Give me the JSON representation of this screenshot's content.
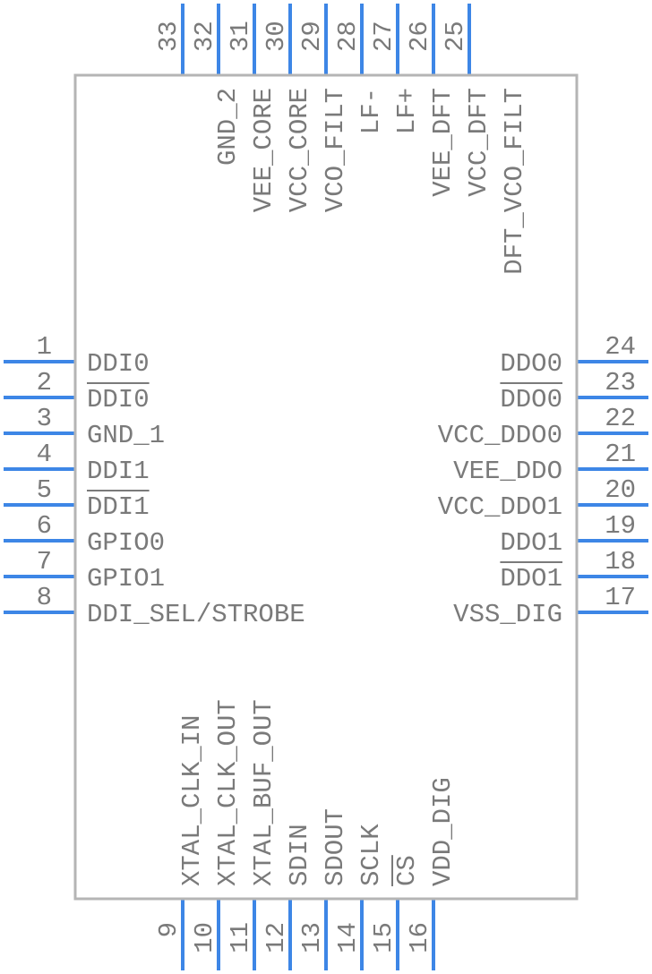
{
  "component": {
    "left_pins": [
      {
        "num": "1",
        "label": "DDI0",
        "overbar": false
      },
      {
        "num": "2",
        "label": "DDI0",
        "overbar": true
      },
      {
        "num": "3",
        "label": "GND_1",
        "overbar": false
      },
      {
        "num": "4",
        "label": "DDI1",
        "overbar": false
      },
      {
        "num": "5",
        "label": "DDI1",
        "overbar": true
      },
      {
        "num": "6",
        "label": "GPIO0",
        "overbar": false
      },
      {
        "num": "7",
        "label": "GPIO1",
        "overbar": false
      },
      {
        "num": "8",
        "label": "DDI_SEL/STROBE",
        "overbar": false
      }
    ],
    "right_pins": [
      {
        "num": "24",
        "label": "DDO0",
        "overbar": false
      },
      {
        "num": "23",
        "label": "DDO0",
        "overbar": true
      },
      {
        "num": "22",
        "label": "VCC_DDO0",
        "overbar": false
      },
      {
        "num": "21",
        "label": "VEE_DDO",
        "overbar": false
      },
      {
        "num": "20",
        "label": "VCC_DDO1",
        "overbar": false
      },
      {
        "num": "19",
        "label": "DDO1",
        "overbar": false
      },
      {
        "num": "18",
        "label": "DDO1",
        "overbar": true
      },
      {
        "num": "17",
        "label": "VSS_DIG",
        "overbar": false
      }
    ],
    "top_pins": [
      {
        "num": "33",
        "label": "",
        "overbar": false
      },
      {
        "num": "32",
        "label": "GND_2",
        "overbar": false
      },
      {
        "num": "31",
        "label": "VEE_CORE",
        "overbar": false
      },
      {
        "num": "30",
        "label": "VCC_CORE",
        "overbar": false
      },
      {
        "num": "29",
        "label": "VCO_FILT",
        "overbar": false
      },
      {
        "num": "28",
        "label": "LF-",
        "overbar": false
      },
      {
        "num": "27",
        "label": "LF+",
        "overbar": false
      },
      {
        "num": "26",
        "label": "VEE_DFT",
        "overbar": false
      },
      {
        "num": "25",
        "label": "VCC_DFT",
        "overbar": false
      },
      {
        "num": "",
        "label": "DFT_VCO_FILT",
        "overbar": false
      }
    ],
    "bottom_pins": [
      {
        "num": "9",
        "label": "XTAL_CLK_IN",
        "overbar": false
      },
      {
        "num": "10",
        "label": "XTAL_CLK_OUT",
        "overbar": false
      },
      {
        "num": "11",
        "label": "XTAL_BUF_OUT",
        "overbar": false
      },
      {
        "num": "12",
        "label": "SDIN",
        "overbar": false
      },
      {
        "num": "13",
        "label": "SDOUT",
        "overbar": false
      },
      {
        "num": "14",
        "label": "SCLK",
        "overbar": false
      },
      {
        "num": "15",
        "label": "CS",
        "overbar": true
      },
      {
        "num": "16",
        "label": "VDD_DIG",
        "overbar": false
      }
    ]
  }
}
